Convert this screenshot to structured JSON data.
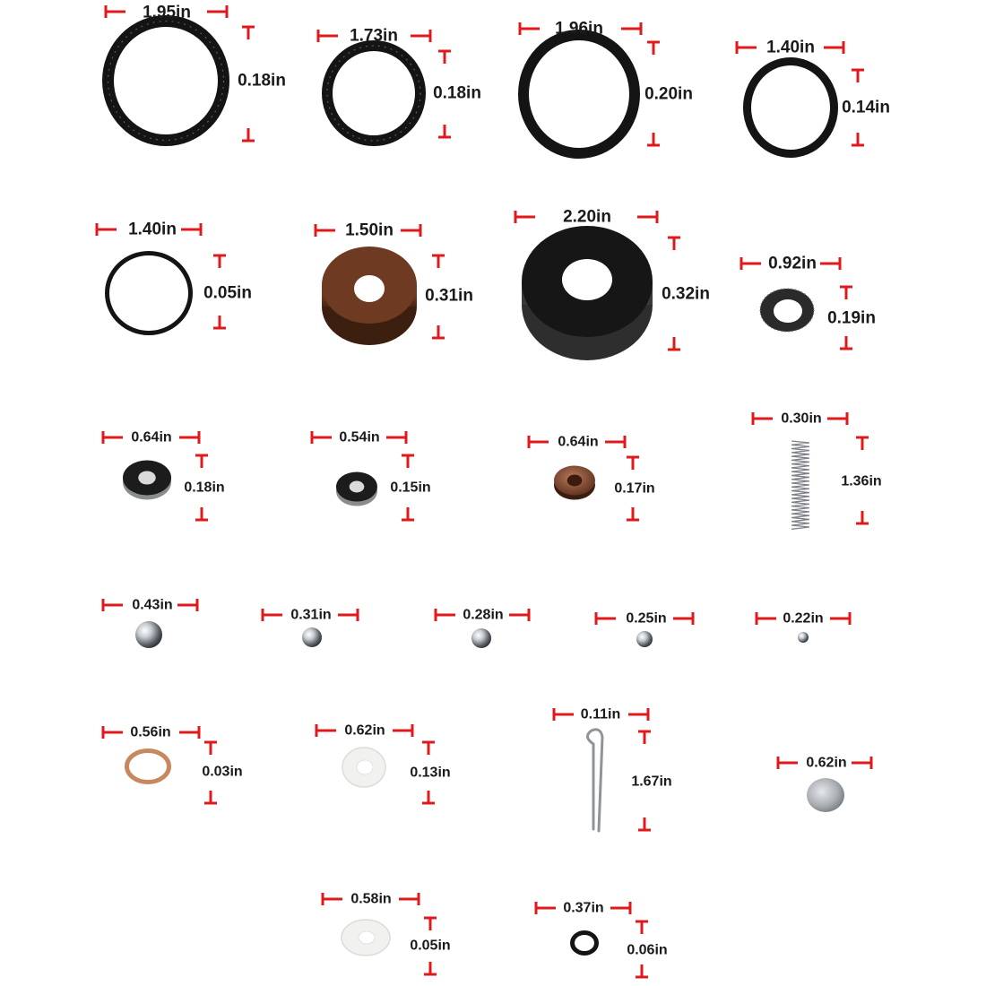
{
  "colors": {
    "dimension_mark": "#e0191b",
    "label_text": "#1a1a1a",
    "rubber_black": "#141414",
    "brown_rubber": "#6e3b22",
    "copper": "#c78860",
    "white_nylon": "#f1f1ef",
    "steel": "#9aa0a6"
  },
  "parts": [
    {
      "id": "seal-ring-1",
      "kind": "flat-ring-textured",
      "diameter_label": "1.95in",
      "thickness_label": "0.18in"
    },
    {
      "id": "seal-ring-2",
      "kind": "flat-ring-textured",
      "diameter_label": "1.73in",
      "thickness_label": "0.18in"
    },
    {
      "id": "o-ring-1",
      "kind": "o-ring",
      "diameter_label": "1.96in",
      "thickness_label": "0.20in"
    },
    {
      "id": "o-ring-2",
      "kind": "o-ring",
      "diameter_label": "1.40in",
      "thickness_label": "0.14in"
    },
    {
      "id": "o-ring-thin",
      "kind": "o-ring-thin",
      "diameter_label": "1.40in",
      "thickness_label": "0.05in"
    },
    {
      "id": "brown-washer",
      "kind": "thick-washer-brown",
      "diameter_label": "1.50in",
      "thickness_label": "0.31in"
    },
    {
      "id": "large-washer",
      "kind": "thick-washer-black",
      "diameter_label": "2.20in",
      "thickness_label": "0.32in"
    },
    {
      "id": "small-seal",
      "kind": "flat-ring-textured-small",
      "diameter_label": "0.92in",
      "thickness_label": "0.19in"
    },
    {
      "id": "bonded-seal-1",
      "kind": "bonded-seal",
      "diameter_label": "0.64in",
      "thickness_label": "0.18in"
    },
    {
      "id": "bonded-seal-2",
      "kind": "bonded-seal",
      "diameter_label": "0.54in",
      "thickness_label": "0.15in"
    },
    {
      "id": "copper-seal",
      "kind": "bonded-seal-copper",
      "diameter_label": "0.64in",
      "thickness_label": "0.17in"
    },
    {
      "id": "spring",
      "kind": "spring",
      "diameter_label": "0.30in",
      "thickness_label": "1.36in"
    },
    {
      "id": "steel-ball-1",
      "kind": "steel-ball",
      "diameter_label": "0.43in"
    },
    {
      "id": "steel-ball-2",
      "kind": "steel-ball",
      "diameter_label": "0.31in"
    },
    {
      "id": "steel-ball-3",
      "kind": "steel-ball",
      "diameter_label": "0.28in"
    },
    {
      "id": "steel-ball-4",
      "kind": "steel-ball",
      "diameter_label": "0.25in"
    },
    {
      "id": "steel-ball-5",
      "kind": "steel-ball",
      "diameter_label": "0.22in"
    },
    {
      "id": "copper-washer",
      "kind": "copper-washer",
      "diameter_label": "0.56in",
      "thickness_label": "0.03in"
    },
    {
      "id": "nylon-washer-1",
      "kind": "nylon-washer",
      "diameter_label": "0.62in",
      "thickness_label": "0.13in"
    },
    {
      "id": "cotter-pin",
      "kind": "cotter-pin",
      "diameter_label": "0.11in",
      "thickness_label": "1.67in"
    },
    {
      "id": "metal-disc",
      "kind": "metal-disc",
      "diameter_label": "0.62in"
    },
    {
      "id": "nylon-washer-2",
      "kind": "nylon-washer",
      "diameter_label": "0.58in",
      "thickness_label": "0.05in"
    },
    {
      "id": "small-o-ring",
      "kind": "small-o-ring",
      "diameter_label": "0.37in",
      "thickness_label": "0.06in"
    }
  ]
}
